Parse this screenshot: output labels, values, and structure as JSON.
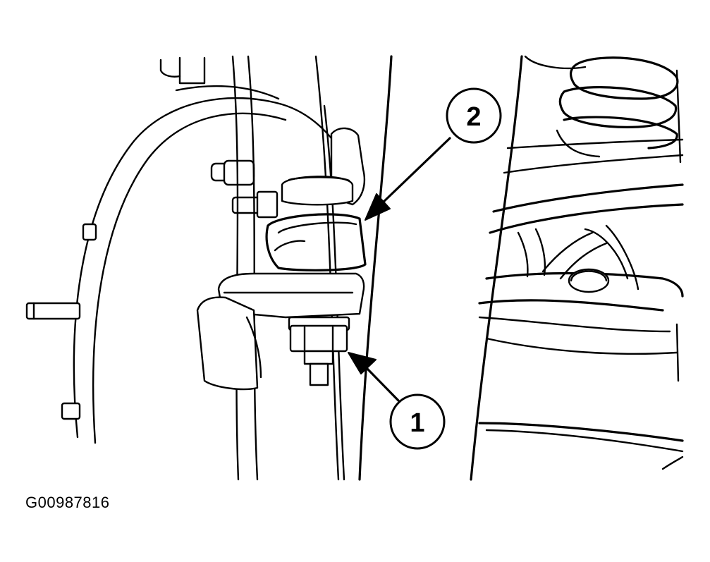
{
  "figure_id": "G00987816",
  "callouts": [
    {
      "label": "1",
      "target": "lower-ball-joint-nut"
    },
    {
      "label": "2",
      "target": "ball-joint-boot"
    }
  ]
}
